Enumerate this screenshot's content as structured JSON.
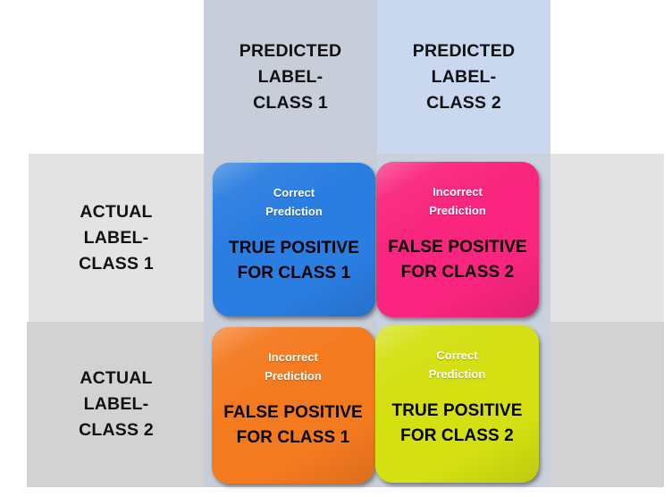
{
  "diagram": {
    "type": "confusion-matrix",
    "column_headers": [
      {
        "id": "predicted-class-1",
        "line1": "PREDICTED",
        "line2": "LABEL-",
        "line3": "CLASS 1",
        "bg": "#c7ceda"
      },
      {
        "id": "predicted-class-2",
        "line1": "PREDICTED",
        "line2": "LABEL-",
        "line3": "CLASS 2",
        "bg": "#c9d8ef"
      }
    ],
    "row_headers": [
      {
        "id": "actual-class-1",
        "line1": "ACTUAL",
        "line2": "LABEL-",
        "line3": "CLASS 1",
        "bg": "#e3e3e3"
      },
      {
        "id": "actual-class-2",
        "line1": "ACTUAL",
        "line2": "LABEL-",
        "line3": "CLASS 2",
        "bg": "#d2d2d2"
      }
    ],
    "cells": [
      {
        "id": "true-positive-class-1",
        "status": "Correct",
        "status_line2": "Prediction",
        "main_line1": "TRUE POSITIVE",
        "main_line2": "FOR CLASS 1",
        "color": "#2a7de1"
      },
      {
        "id": "false-positive-class-2",
        "status": "Incorrect",
        "status_line2": "Prediction",
        "main_line1": "FALSE POSITIVE",
        "main_line2": "FOR CLASS 2",
        "color": "#f9257e"
      },
      {
        "id": "false-positive-class-1",
        "status": "Incorrect",
        "status_line2": "Prediction",
        "main_line1": "FALSE POSITIVE",
        "main_line2": "FOR CLASS 1",
        "color": "#f47a20"
      },
      {
        "id": "true-positive-class-2",
        "status": "Correct",
        "status_line2": "Prediction",
        "main_line1": "TRUE POSITIVE",
        "main_line2": "FOR CLASS 2",
        "color": "#d4e011"
      }
    ]
  }
}
